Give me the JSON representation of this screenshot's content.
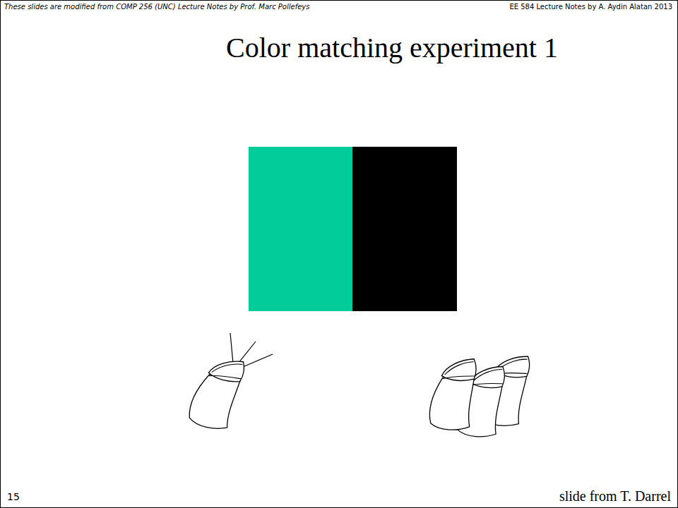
{
  "diagram": {
    "title": "Color matching experiment 1",
    "labels": [
      "These slides are modified from COMP 256 (UNC) Lecture Notes by Prof. Marc Pollefeys",
      "EE 584 Lecture Notes by A. Aydin Alatan 2013",
      "15",
      "slide from T. Darrel"
    ]
  }
}
